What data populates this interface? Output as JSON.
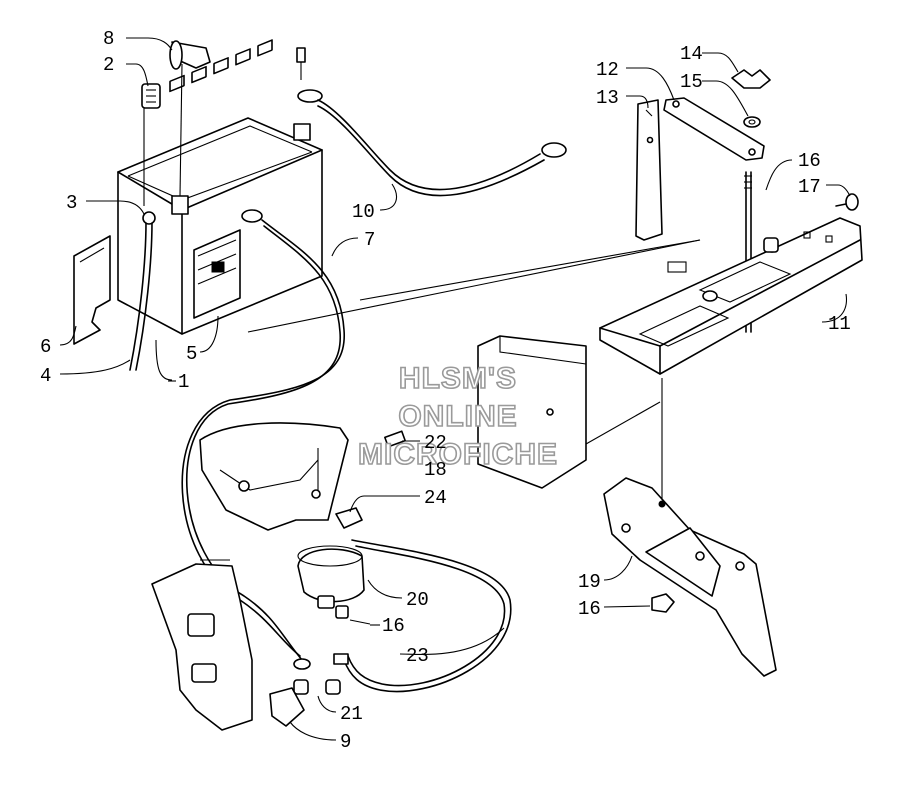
{
  "diagram": {
    "type": "exploded-parts-fiche",
    "callouts": [
      {
        "id": "c8",
        "label": "8"
      },
      {
        "id": "c2",
        "label": "2"
      },
      {
        "id": "c3",
        "label": "3"
      },
      {
        "id": "c6",
        "label": "6"
      },
      {
        "id": "c4",
        "label": "4"
      },
      {
        "id": "c5",
        "label": "5"
      },
      {
        "id": "c1",
        "label": "1"
      },
      {
        "id": "c10",
        "label": "10"
      },
      {
        "id": "c7",
        "label": "7"
      },
      {
        "id": "c14",
        "label": "14"
      },
      {
        "id": "c12",
        "label": "12"
      },
      {
        "id": "c15",
        "label": "15"
      },
      {
        "id": "c13",
        "label": "13"
      },
      {
        "id": "c16a",
        "label": "16"
      },
      {
        "id": "c17",
        "label": "17"
      },
      {
        "id": "c11",
        "label": "11"
      },
      {
        "id": "c22",
        "label": "22"
      },
      {
        "id": "c18",
        "label": "18"
      },
      {
        "id": "c24",
        "label": "24"
      },
      {
        "id": "c20",
        "label": "20"
      },
      {
        "id": "c16b",
        "label": "16"
      },
      {
        "id": "c23",
        "label": "23"
      },
      {
        "id": "c21",
        "label": "21"
      },
      {
        "id": "c9",
        "label": "9"
      },
      {
        "id": "c19",
        "label": "19"
      },
      {
        "id": "c16c",
        "label": "16"
      }
    ],
    "watermark": [
      "HLSM'S",
      "ONLINE",
      "MICROFICHE"
    ]
  }
}
